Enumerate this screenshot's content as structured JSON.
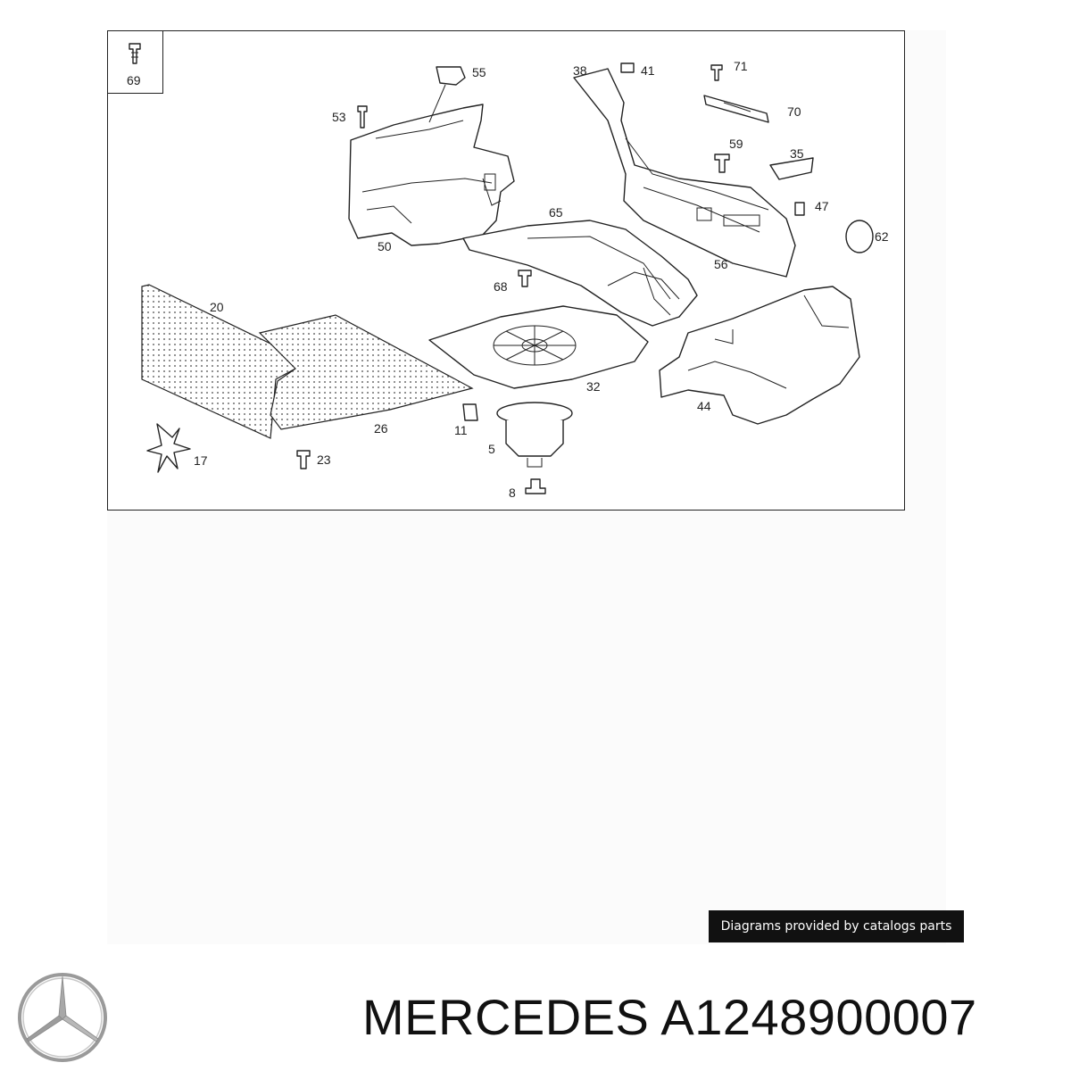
{
  "diagram": {
    "callouts": [
      "69",
      "55",
      "53",
      "50",
      "38",
      "41",
      "71",
      "70",
      "59",
      "35",
      "47",
      "62",
      "65",
      "56",
      "68",
      "20",
      "26",
      "32",
      "44",
      "11",
      "5",
      "8",
      "17",
      "23"
    ]
  },
  "banner": {
    "text": "Diagrams provided by catalogs parts"
  },
  "footer": {
    "brand_icon": "mercedes-star-icon",
    "title": "MERCEDES A1248900007"
  },
  "colors": {
    "line": "#222222",
    "banner_bg": "#111111",
    "logo": "#9a9a9a"
  }
}
